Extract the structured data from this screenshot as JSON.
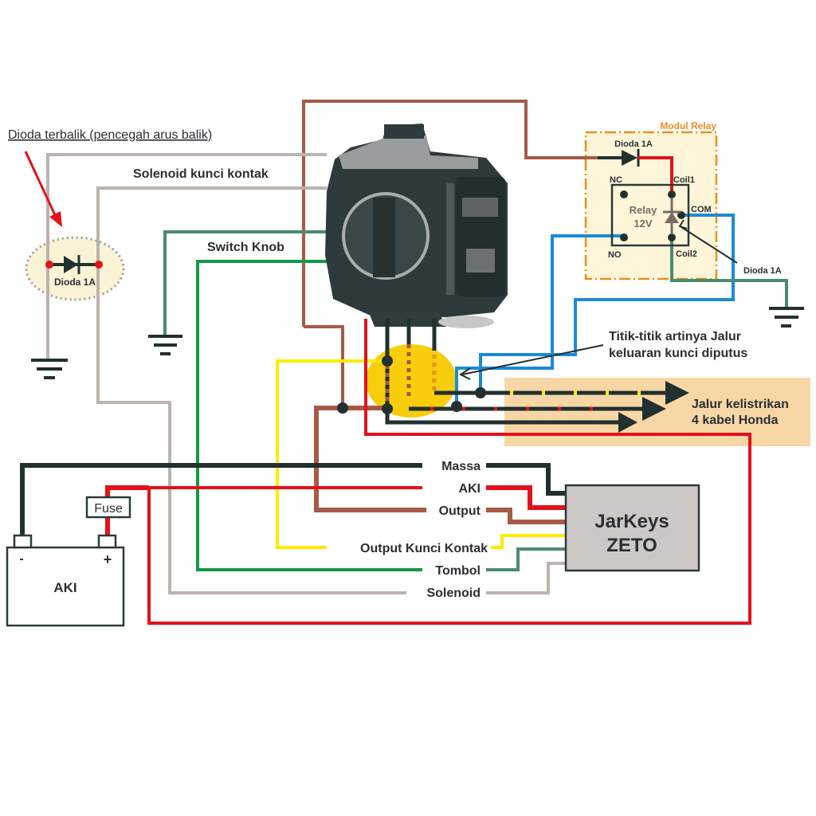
{
  "title_note": "Dioda terbalik (pencegah arus balik)",
  "labels": {
    "solenoid_kunci_kontak": "Solenoid kunci kontak",
    "switch_knob": "Switch Knob",
    "dioda_left": "Dioda 1A",
    "modul_relay": "Modul Relay",
    "relay_dioda_top": "Dioda 1A",
    "relay_nc": "NC",
    "relay_no": "NO",
    "relay_coil1": "Coil1",
    "relay_coil2": "Coil2",
    "relay_com": "COM",
    "relay_name_line1": "Relay",
    "relay_name_line2": "12V",
    "relay_dioda_side": "Dioda 1A",
    "titik_line1": "Titik-titik artinya Jalur",
    "titik_line2": "keluaran kunci diputus",
    "jalur_line1": "Jalur kelistrikan",
    "jalur_line2": "4 kabel Honda",
    "fuse": "Fuse",
    "aki_minus": "-",
    "aki_plus": "+",
    "aki": "AKI",
    "module_line1": "JarKeys",
    "module_line2": "ZETO"
  },
  "module_wires": [
    {
      "label": "Massa",
      "color": "#22302f"
    },
    {
      "label": "AKI",
      "color": "#e3111b"
    },
    {
      "label": "Output",
      "color": "#a65a46"
    },
    {
      "label": "Output Kunci Kontak",
      "color": "#ffec00"
    },
    {
      "label": "Tombol",
      "color": "#4c8a6f"
    },
    {
      "label": "Solenoid",
      "color": "#bcb3ae"
    }
  ],
  "colors": {
    "black": "#22302f",
    "red": "#e3111b",
    "brown": "#a65a46",
    "yellow": "#ffec00",
    "green": "#109a45",
    "teal_green": "#4c8a6f",
    "grey": "#bcb3ae",
    "blue": "#1b8bd6",
    "orange": "#e8901f",
    "relay_bg": "#fff6d9",
    "jalur_bg": "#f8d7a6",
    "yellow_blob": "#f8cd0b",
    "module_bg": "#cdc8c5"
  }
}
